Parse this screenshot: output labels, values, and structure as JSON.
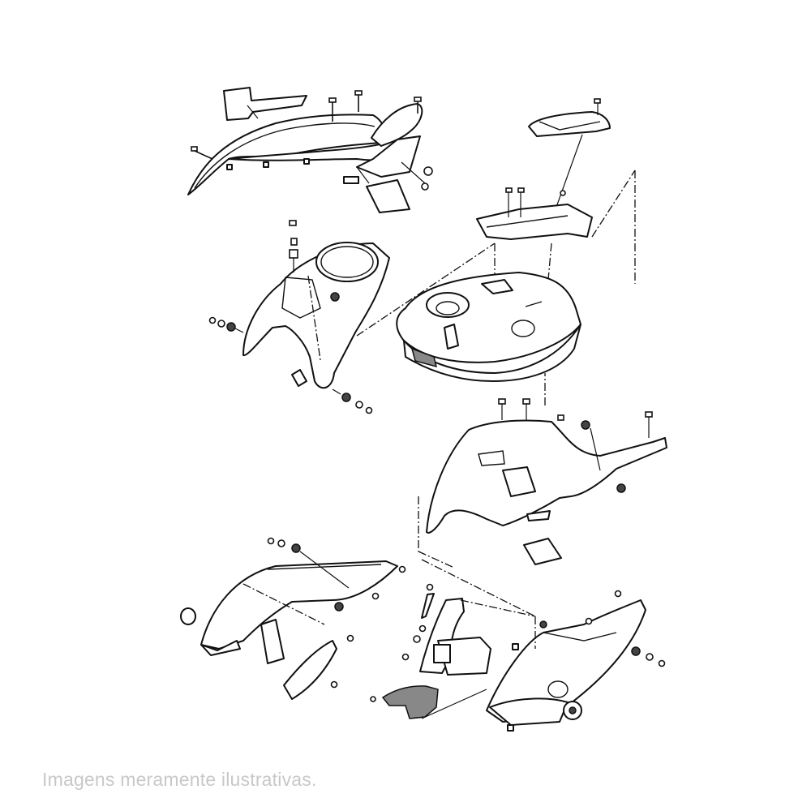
{
  "caption": "Imagens meramente ilustrativas.",
  "diagram": {
    "type": "exploded-parts-diagram",
    "subject": "motorcycle fuel tank and fairing assembly",
    "colors": {
      "line": "#111111",
      "background": "#ffffff",
      "caption": "#c8c8c8",
      "shaded_part": "#888888"
    },
    "parts": [
      {
        "id": "upper-cowl-left",
        "label": "upper side cowl (top left)"
      },
      {
        "id": "decal-upper",
        "label": "decal strip"
      },
      {
        "id": "tank-cover-top",
        "label": "tank top cover"
      },
      {
        "id": "tank-cover-bracket",
        "label": "tank cover mounting plate"
      },
      {
        "id": "tank-front-cover",
        "label": "tank front cover"
      },
      {
        "id": "fuel-tank",
        "label": "fuel tank"
      },
      {
        "id": "side-cowl-right",
        "label": "side cowl (middle right)"
      },
      {
        "id": "inner-panel-lower-left",
        "label": "inner panel assembly (lower left)"
      },
      {
        "id": "inner-bracket-lower-middle",
        "label": "inner bracket (lower middle)"
      },
      {
        "id": "duct-cover",
        "label": "duct cover (shaded)"
      },
      {
        "id": "under-cowl-right",
        "label": "under cowl (lower right)"
      }
    ]
  }
}
